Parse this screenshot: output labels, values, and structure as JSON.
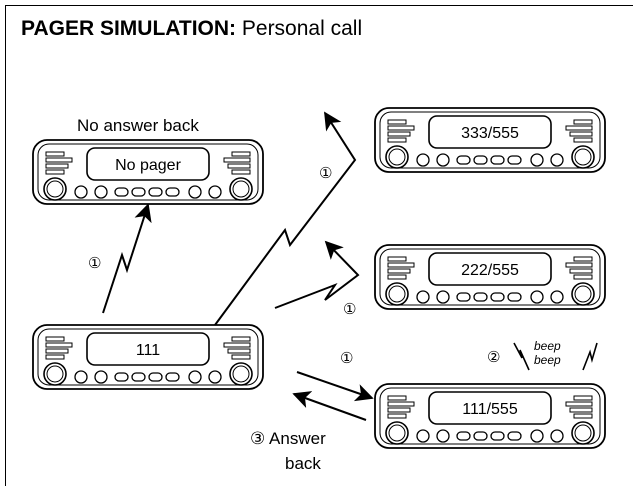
{
  "title": {
    "bold": "PAGER SIMULATION:",
    "rest": " Personal call"
  },
  "labels": {
    "no_answer_back": "No answer back",
    "answer_back_line1": "Answer",
    "answer_back_line2": "back"
  },
  "step_markers": {
    "one": "①",
    "two": "②",
    "three": "③"
  },
  "beep": {
    "line1": "beep",
    "line2": "beep"
  },
  "radios": {
    "caller": "111",
    "no_pager": "No pager",
    "unit_333": "333/555",
    "unit_222": "222/555",
    "unit_111": "111/555"
  }
}
